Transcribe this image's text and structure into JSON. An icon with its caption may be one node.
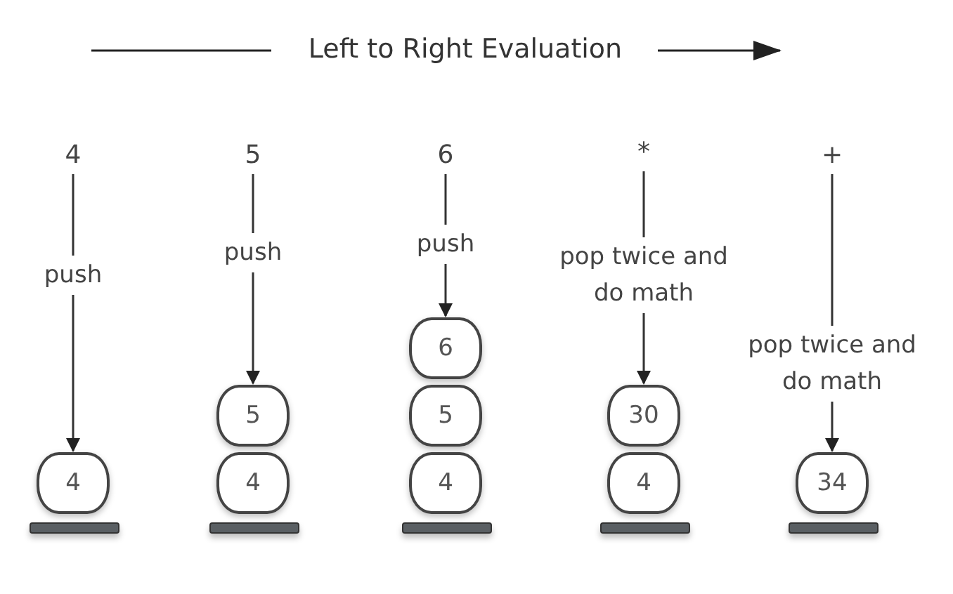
{
  "diagram": {
    "title": "Left to Right Evaluation",
    "nodes": [
      {
        "text": [
          "4"
        ]
      },
      {
        "text": [
          "4"
        ]
      },
      {
        "text": [
          "5"
        ]
      },
      {
        "text": [
          "5"
        ]
      },
      {
        "text": [
          "4"
        ]
      },
      {
        "text": [
          "6"
        ]
      },
      {
        "text": [
          "6"
        ]
      },
      {
        "text": [
          "5"
        ]
      },
      {
        "text": [
          "4"
        ]
      },
      {
        "text": [
          "*"
        ]
      },
      {
        "text": [
          "30"
        ]
      },
      {
        "text": [
          "4"
        ]
      },
      {
        "text": [
          "+"
        ]
      },
      {
        "text": [
          "34"
        ]
      }
    ],
    "edges": [
      {
        "from": 0,
        "to": 1,
        "arrow": "to",
        "label": "push"
      },
      {
        "from": 2,
        "to": 3,
        "arrow": "to",
        "label": "push"
      },
      {
        "from": 5,
        "to": 6,
        "arrow": "to",
        "label": "push"
      },
      {
        "from": 9,
        "to": 10,
        "arrow": "to",
        "label": "pop twice and do math"
      },
      {
        "from": 12,
        "to": 13,
        "arrow": "to",
        "label": "pop twice and do math"
      }
    ]
  }
}
